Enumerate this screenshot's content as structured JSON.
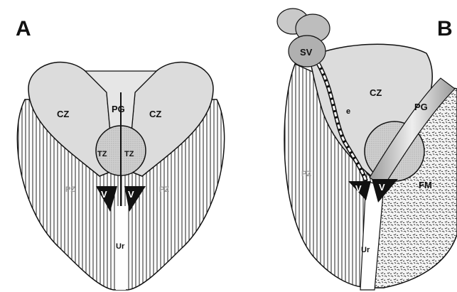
{
  "figure": {
    "panel_a": {
      "letter": "A",
      "labels": {
        "cz_left": "CZ",
        "pg": "PG",
        "cz_right": "CZ",
        "tz_left": "TZ",
        "tz_right": "TZ",
        "pz_left": "PZ",
        "pz_right": "PZ",
        "v_left": "V",
        "v_right": "V",
        "ur": "Ur"
      }
    },
    "panel_b": {
      "letter": "B",
      "labels": {
        "sv": "SV",
        "cz": "CZ",
        "e": "e",
        "pg": "PG",
        "pz": "PZ",
        "v_left": "V",
        "v_right": "V",
        "fm": "FM",
        "ur": "Ur"
      }
    }
  },
  "colors": {
    "hatch": "#222222",
    "central_zone": "#dcdcdc",
    "transition_zone": "#c8c8c8",
    "wedge": "#111111",
    "fm_stipple": "#333333"
  }
}
